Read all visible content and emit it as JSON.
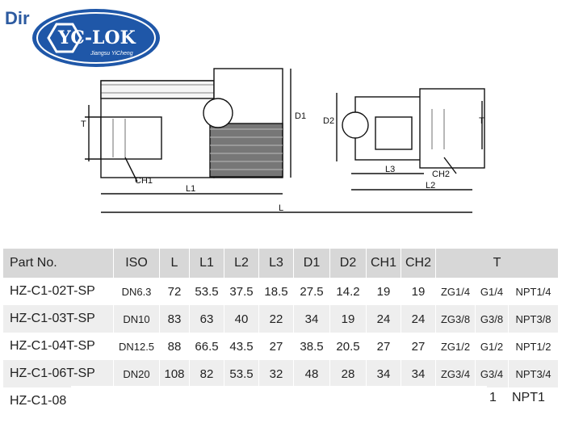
{
  "header": {
    "dir_label": "Dir"
  },
  "logo": {
    "name": "YC-LOK",
    "tagline": "Jiangsu YiCheng"
  },
  "drawing": {
    "labels": {
      "T": "T",
      "D1": "D1",
      "D2": "D2",
      "CH1": "CH1",
      "CH2": "CH2",
      "L1": "L1",
      "L2": "L2",
      "L3": "L3",
      "L": "L"
    }
  },
  "table": {
    "headers": [
      "Part No.",
      "ISO",
      "L",
      "L1",
      "L2",
      "L3",
      "D1",
      "D2",
      "CH1",
      "CH2",
      "T"
    ],
    "rows": [
      [
        "HZ-C1-02T-SP",
        "DN6.3",
        "72",
        "53.5",
        "37.5",
        "18.5",
        "27.5",
        "14.2",
        "19",
        "19",
        "ZG1/4",
        "G1/4",
        "NPT1/4"
      ],
      [
        "HZ-C1-03T-SP",
        "DN10",
        "83",
        "63",
        "40",
        "22",
        "34",
        "19",
        "24",
        "24",
        "ZG3/8",
        "G3/8",
        "NPT3/8"
      ],
      [
        "HZ-C1-04T-SP",
        "DN12.5",
        "88",
        "66.5",
        "43.5",
        "27",
        "38.5",
        "20.5",
        "27",
        "27",
        "ZG1/2",
        "G1/2",
        "NPT1/2"
      ],
      [
        "HZ-C1-06T-SP",
        "DN20",
        "108",
        "82",
        "53.5",
        "32",
        "48",
        "28",
        "34",
        "34",
        "ZG3/4",
        "G3/4",
        "NPT3/4"
      ]
    ],
    "partial_row": {
      "part": "HZ-C1-08",
      "tail_one": "1",
      "tail_npt": "NPT1"
    }
  }
}
